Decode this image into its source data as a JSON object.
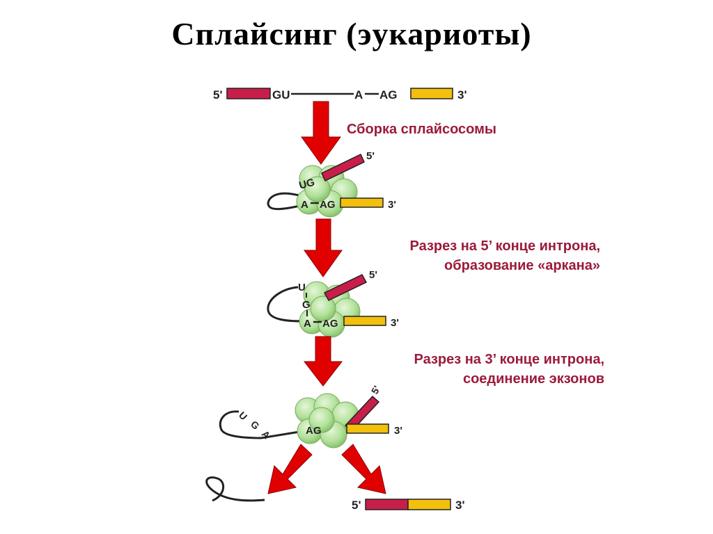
{
  "title": "Сплайсинг (эукариоты)",
  "steps": [
    {
      "lines": [
        "Сборка сплайсосомы"
      ]
    },
    {
      "lines": [
        "Разрез на 5’ конце интрона,",
        "образование «аркана»"
      ]
    },
    {
      "lines": [
        "Разрез на 3’ конце интрона,",
        "соединение экзонов"
      ]
    }
  ],
  "labels": {
    "five_prime": "5'",
    "three_prime": "3'",
    "gu": "GU",
    "a": "A",
    "ag": "AG",
    "ug": "UG",
    "u": "U",
    "g": "G"
  },
  "colors": {
    "exon5": "#c81e4a",
    "exon3": "#f2c00d",
    "arrow": "#e00000",
    "spliceosome": "#a6d98a",
    "step_text": "#9b1b3a"
  }
}
